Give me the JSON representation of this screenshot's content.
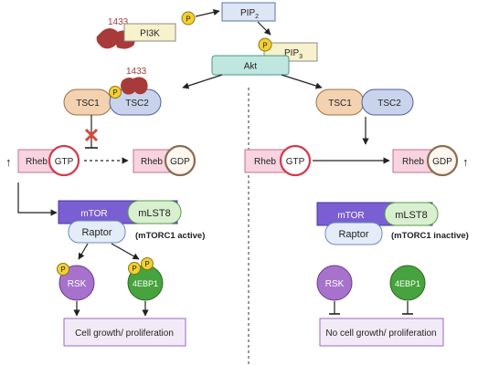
{
  "colors": {
    "protein_1433": "#a83a3a",
    "phospho": "#f5d033",
    "pip_box": "#dde6f5",
    "pip_border": "#5577aa",
    "akt": "#bfe6df",
    "tsc1": "#f2d2b0",
    "tsc2": "#c9d4ec",
    "rheb": "#f8d3e0",
    "gtp_border": "#d23a4b",
    "gdp_border": "#8a6b52",
    "mtor": "#7a5fd2",
    "mlst8": "#d8f0cf",
    "raptor": "#e4ecf8",
    "rsk": "#a772cc",
    "ebp1": "#46a33e",
    "outcome_box": "#f3eaf8",
    "inhibit_cross": "#d94a3a"
  },
  "icons": [
    "14-3-3-protein-icon",
    "inhibition-cross-icon"
  ],
  "labels": {
    "p14_3_3_left": "1433",
    "p14_3_3_right": "1433",
    "pi3k": "PI3K",
    "phospho": "P",
    "pip2_main": "PIP",
    "pip2_sub": "2",
    "pip3_main": "PIP",
    "pip3_sub": "3",
    "akt": "Akt",
    "tsc1": "TSC1",
    "tsc2": "TSC2",
    "rheb": "Rheb",
    "gtp": "GTP",
    "gdp": "GDP",
    "mtor": "mTOR",
    "mlst8": "mLST8",
    "raptor": "Raptor",
    "mtorc1_active": "(mTORC1 active)",
    "mtorc1_inactive": "(mTORC1 inactive)",
    "rsk": "RSK",
    "ebp1": "4EBP1",
    "outcome_active": "Cell growth/ proliferation",
    "outcome_inactive": "No cell growth/ proliferation",
    "up_arrow": "↑"
  }
}
